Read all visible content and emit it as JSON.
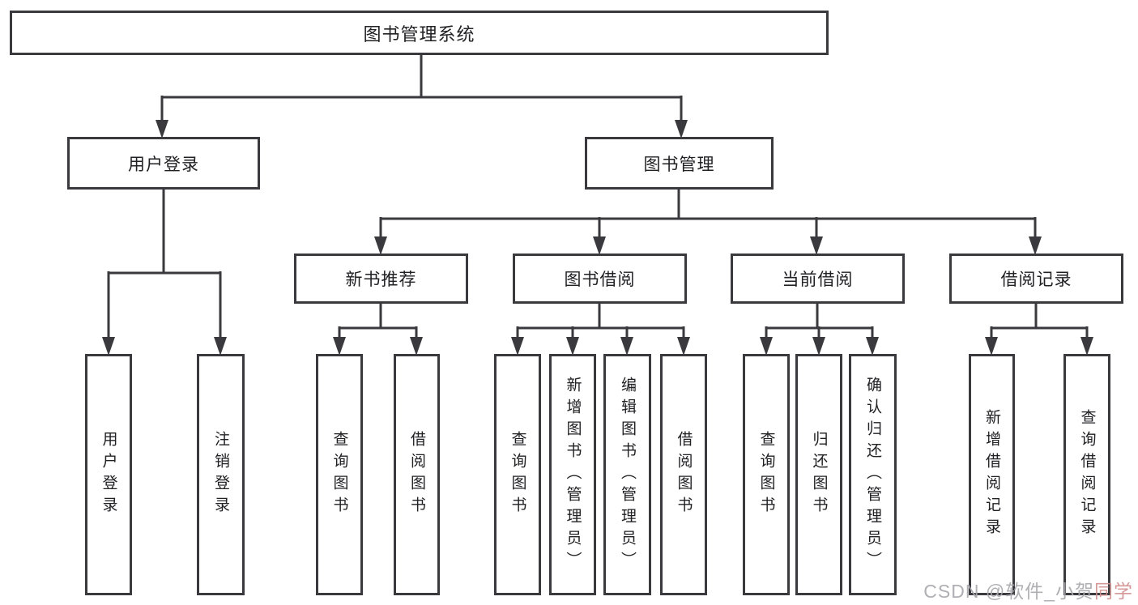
{
  "tree": {
    "root": {
      "label": "图书管理系统"
    },
    "user_login": {
      "label": "用户登录",
      "children": [
        {
          "label": "用户登录"
        },
        {
          "label": "注销登录"
        }
      ]
    },
    "book_management": {
      "label": "图书管理",
      "children": [
        {
          "label": "新书推荐",
          "children": [
            {
              "label": "查询图书"
            },
            {
              "label": "借阅图书"
            }
          ]
        },
        {
          "label": "图书借阅",
          "children": [
            {
              "label": "查询图书"
            },
            {
              "label": "新增图书（管理员）"
            },
            {
              "label": "编辑图书（管理员）"
            },
            {
              "label": "借阅图书"
            }
          ]
        },
        {
          "label": "当前借阅",
          "children": [
            {
              "label": "查询图书"
            },
            {
              "label": "归还图书"
            },
            {
              "label": "确认归还（管理员）"
            }
          ]
        },
        {
          "label": "借阅记录",
          "children": [
            {
              "label": "新增借阅记录"
            },
            {
              "label": "查询借阅记录"
            }
          ]
        }
      ]
    }
  },
  "watermark": {
    "gray_part": "CSDN @软件_小贺",
    "red_part": "同学"
  },
  "colors": {
    "line": "#3a3a3e",
    "text": "#212124",
    "background": "#ffffff",
    "watermark_gray": "#a8a8ae",
    "watermark_red": "#d18f8f"
  }
}
